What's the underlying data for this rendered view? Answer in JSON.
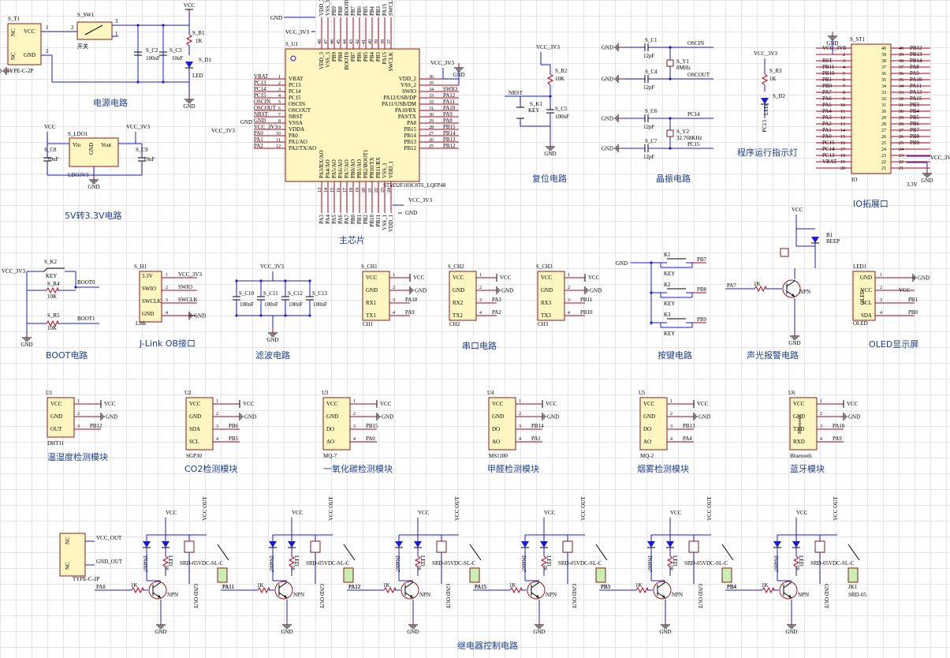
{
  "net_labels": {
    "vcc": "VCC",
    "vcc33": "VCC_3V3",
    "gnd": "GND",
    "v33": "3.3V"
  },
  "sections": {
    "power": "电源电路",
    "ldo": "5V转3.3V电路",
    "mcu": "主芯片",
    "reset": "复位电路",
    "crystal": "晶振电路",
    "led": "程序运行指示灯",
    "io": "IO拓展口",
    "boot": "BOOT电路",
    "jlink": "J-Link OB接口",
    "filter": "滤波电路",
    "uart": "串口电路",
    "keys": "按键电路",
    "buzzer": "声光报警电路",
    "oled": "OLED显示屏",
    "dht": "温湿度检测模块",
    "co2": "CO2检测模块",
    "co": "一氧化碳检测模块",
    "hcho": "甲醛检测模块",
    "smoke": "烟雾检测模块",
    "bt": "蓝牙模块",
    "relay": "继电器控制电路"
  },
  "power": {
    "conn_ref": "S_T1",
    "conn_part": "TYPE-C-2P",
    "conn_pins": [
      "VCC",
      "GND",
      "NC",
      "NC"
    ],
    "sw_ref": "S_SW1",
    "sw_name": "开关",
    "c2": "S_C2",
    "c2v": "100nF",
    "c3": "S_C3",
    "c3v": "10uF",
    "r1": "S_R1",
    "r1v": "1K",
    "d1": "S_D1",
    "d1v": "LED"
  },
  "ldo": {
    "ref": "S_LDO1",
    "part": "LDO3V3",
    "vin": "Vin",
    "vout": "Vout",
    "gnd": "GND",
    "c8": "S_C8",
    "c9": "S_C9",
    "cv": "10uF"
  },
  "mcu": {
    "ref": "S_U1",
    "part": "STM32F103C8T6_LQFP48",
    "left_names": [
      "VBAT",
      "PC13",
      "PC14",
      "PC15",
      "OSCIN",
      "OSCOUT",
      "NRST",
      "VSSA",
      "VDDA",
      "PA0",
      "PA1/AO",
      "PA2/TX/AO"
    ],
    "left_nums": [
      "1",
      "2",
      "3",
      "4",
      "5",
      "6",
      "7",
      "8",
      "9",
      "10",
      "11",
      "12"
    ],
    "left_nets": [
      "VBAT",
      "PC13",
      "PC14",
      "PC15",
      "OSCIN",
      "OSCOUT",
      "NRST",
      "GND",
      "VCC_3V3",
      "PA0",
      "PA1",
      "PA2"
    ],
    "right_names": [
      "VDD_2",
      "VSS_2",
      "SWIO",
      "PA12/USB/DP",
      "PA11/USB/DM",
      "PA10/RX",
      "PA9/TX",
      "PA8",
      "PB15",
      "PB14",
      "PB13",
      "PB12"
    ],
    "right_nums": [
      "36",
      "35",
      "34",
      "33",
      "32",
      "31",
      "30",
      "29",
      "28",
      "27",
      "26",
      "25"
    ],
    "right_nets": [
      "",
      "",
      "SWIO",
      "PA12",
      "PA11",
      "PA10",
      "PA9",
      "PA8",
      "PB15",
      "PB14",
      "PB13",
      "PB12"
    ],
    "top_names": [
      "VDD_3",
      "VSS_3",
      "PB9",
      "PB8",
      "BOOT0",
      "PB7",
      "PB6",
      "PB5",
      "PB4",
      "PB3",
      "PA15",
      "SWCLK"
    ],
    "top_nums": [
      "48",
      "47",
      "46",
      "45",
      "44",
      "43",
      "42",
      "41",
      "40",
      "39",
      "38",
      "37"
    ],
    "bottom_names": [
      "PA3/RX/AO",
      "PA4/AO",
      "PA5/AO",
      "PA6/AO",
      "PA7/AO",
      "PB0/AO",
      "PB1/AO",
      "PB2/BOOT1",
      "PB10/TX",
      "PB11/RX",
      "VSS_1",
      "VDD_1"
    ],
    "bottom_nums": [
      "13",
      "14",
      "15",
      "16",
      "17",
      "18",
      "19",
      "20",
      "21",
      "22",
      "23",
      "24"
    ]
  },
  "reset": {
    "net": "NRST",
    "k": "S_K1",
    "kv": "KEY",
    "r": "S_R2",
    "rv": "10K",
    "c": "S_C5",
    "cv": "100nF"
  },
  "crystal": {
    "c1": "S_C1",
    "c4": "S_C4",
    "c6": "S_C6",
    "c7": "S_C7",
    "cv": "12pF",
    "y1": "S_Y1",
    "y1v": "8MHz",
    "y2": "S_Y2",
    "y2v": "32.768KHz",
    "n1": "OSCIN",
    "n2": "OSCOUT",
    "n3": "PC14",
    "n4": "PC15"
  },
  "runled": {
    "r": "S_R3",
    "rv": "1K",
    "d": "S_D2",
    "dv": "LED",
    "net": "PC13"
  },
  "io": {
    "ref": "S_ST1",
    "name": "IO",
    "left_nets": [
      "VCC_3V3",
      "",
      "RST",
      "PB11",
      "PB10",
      "PB1",
      "PB0",
      "PA7",
      "PA6",
      "PA5",
      "PA4",
      "PA3",
      "PA2",
      "PA1",
      "PA0",
      "PC15",
      "PC14",
      "PC13",
      "VBAT"
    ],
    "left_nums": [
      "1",
      "2",
      "3",
      "4",
      "5",
      "6",
      "7",
      "8",
      "9",
      "10",
      "11",
      "12",
      "13",
      "14",
      "15",
      "16",
      "17",
      "18",
      "19",
      "20"
    ],
    "right_nums": [
      "40",
      "39",
      "38",
      "37",
      "36",
      "35",
      "34",
      "33",
      "32",
      "31",
      "30",
      "29",
      "28",
      "27",
      "26",
      "25",
      "24",
      "23",
      "22",
      "21"
    ],
    "right_nets": [
      "PB12",
      "PB13",
      "PB14",
      "PA8",
      "PA9",
      "PA10",
      "PA11",
      "PA12",
      "PA15",
      "PB3",
      "PB4",
      "PB5",
      "PB6",
      "PB7",
      "PB8",
      "PB9",
      "",
      "",
      "",
      ""
    ]
  },
  "boot": {
    "k": "S_K2",
    "kv": "KEY",
    "r4": "S_R4",
    "r5": "S_R5",
    "rv": "10K",
    "n1": "BOOT0",
    "n2": "BOOT1"
  },
  "jlink": {
    "ref": "S_H1",
    "name": "Link",
    "pins": [
      "3.3V",
      "SWIO",
      "SWCLK",
      "GND"
    ],
    "nets": [
      "VCC_3V3",
      "SWIO",
      "SWCLK",
      "GND"
    ]
  },
  "filter": {
    "caps": [
      "S_C10",
      "S_C11",
      "S_C12",
      "S_C13"
    ],
    "cv": "100nF"
  },
  "uart": [
    {
      "ref": "S_CH1",
      "name": "CH1",
      "pins": [
        "VCC",
        "GND",
        "RX1",
        "TX1"
      ],
      "nets": [
        "VCC",
        "",
        "PA10",
        "PA9"
      ]
    },
    {
      "ref": "S_CH2",
      "name": "CH2",
      "pins": [
        "VCC",
        "GND",
        "RX2",
        "TX2"
      ],
      "nets": [
        "VCC",
        "",
        "PA3",
        "PA2"
      ]
    },
    {
      "ref": "S_CH3",
      "name": "CH3",
      "pins": [
        "VCC",
        "GND",
        "RX3",
        "TX3"
      ],
      "nets": [
        "VCC",
        "",
        "PB11",
        "PB10"
      ]
    }
  ],
  "keys": {
    "refs": [
      "K1",
      "K2",
      "K3"
    ],
    "kv": "KEY",
    "nets": [
      "PB7",
      "PB8",
      "PB9"
    ]
  },
  "buzzer": {
    "ref": "B1",
    "name": "BEEP",
    "in": "PA7",
    "r": "1K",
    "q": "NPN"
  },
  "oled": {
    "ref": "LED1",
    "name": "OLED",
    "pins": [
      "GND",
      "VCC",
      "SCL",
      "SDA"
    ],
    "nets": [
      "GND",
      "VCC",
      "PB1",
      "PB0"
    ]
  },
  "sensors": [
    {
      "ref": "U1",
      "part": "DHT11",
      "pins": [
        "VCC",
        "GND",
        "OUT"
      ],
      "nets": [
        "VCC",
        "GND",
        "PB12"
      ]
    },
    {
      "ref": "U2",
      "part": "SGP30",
      "pins": [
        "VCC",
        "GND",
        "SDA",
        "SCL"
      ],
      "nets": [
        "VCC",
        "GND",
        "PB6",
        "PB5"
      ]
    },
    {
      "ref": "U3",
      "part": "MQ-7",
      "pins": [
        "VCC",
        "GND",
        "DO",
        "AO"
      ],
      "nets": [
        "VCC",
        "GND",
        "PB15",
        "PA0"
      ]
    },
    {
      "ref": "U4",
      "part": "MS1100",
      "pins": [
        "VCC",
        "GND",
        "DO",
        "AO"
      ],
      "nets": [
        "VCC",
        "GND",
        "PB14",
        "PA1"
      ]
    },
    {
      "ref": "U5",
      "part": "MQ-2",
      "pins": [
        "VCC",
        "GND",
        "DO",
        "AO"
      ],
      "nets": [
        "VCC",
        "GND",
        "PB13",
        "PA4"
      ]
    },
    {
      "ref": "U6",
      "part": "Bluetooth",
      "pins": [
        "VCC",
        "GND",
        "TXD",
        "RXD"
      ],
      "nets": [
        "VCC",
        "GND",
        "PA10",
        "PA9"
      ]
    }
  ],
  "relay": {
    "conn_part": "TYPE-C-2P",
    "conn_pins": [
      "NC",
      "NC"
    ],
    "out1": "VCC_OUT",
    "out2": "GND_OUT",
    "vcc_out": "VCC OUT",
    "gnd_out": "GND OUT",
    "diode": "IN4007",
    "led": "LED",
    "r": "1K",
    "relay": "SRD-05VDC-SL-C",
    "q": "NPN",
    "jk": "JK1",
    "jkv": "SRD-05",
    "inputs": [
      "PA8",
      "PA11",
      "PA12",
      "PA15",
      "PB3",
      "PB4"
    ]
  }
}
